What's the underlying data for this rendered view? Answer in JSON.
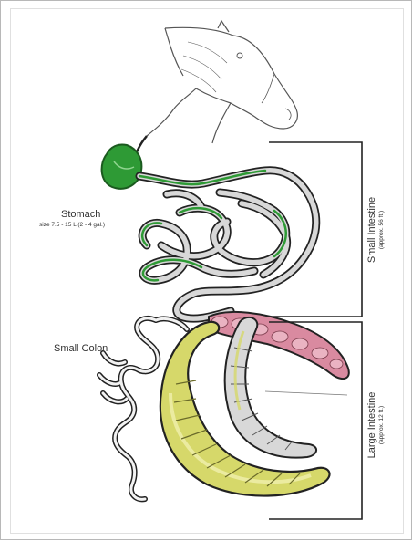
{
  "labels": {
    "stomach": {
      "name": "Stomach",
      "capacity": "size 7.5 - 15 L (2 - 4 gal.)"
    },
    "small_intestine": {
      "name": "Small Intestine",
      "capacity": "(approx. 56 ft.)"
    },
    "small_colon": {
      "name": "Small Colon"
    },
    "large_intestine": {
      "name": "Large Intestine",
      "capacity": "(approx. 12 ft.)"
    }
  },
  "colors": {
    "stomach_green": "#2e9a35",
    "gut_outline": "#222222",
    "gut_fill": "#d8d8d8",
    "cecum_yellow": "#d6d86a",
    "colon_pink": "#d98aa0",
    "bracket": "#222222"
  }
}
